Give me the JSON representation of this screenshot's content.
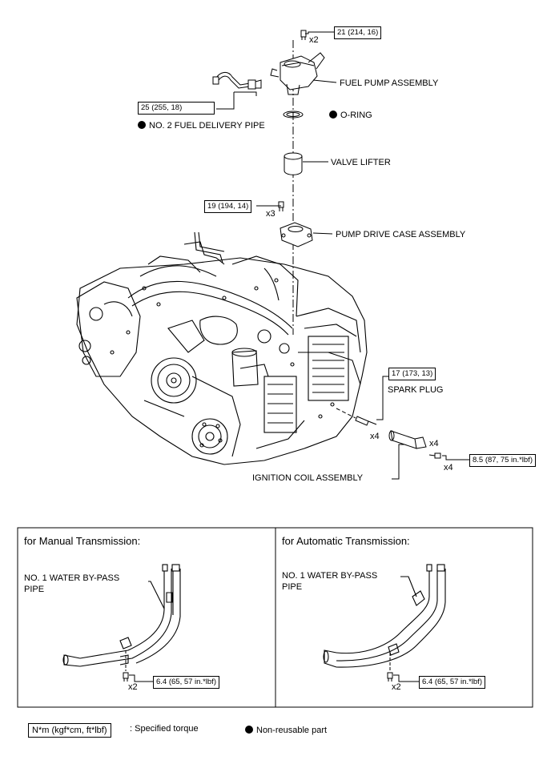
{
  "torques": {
    "fuel_pump": "21 (214, 16)",
    "fuel_delivery_pipe": "25 (255, 18)",
    "pump_drive_case": "19 (194, 14)",
    "spark_plug": "17 (173, 13)",
    "ignition_coil": "8.5 (87, 75 in.*lbf)",
    "bypass_pipe_mt": "6.4 (65, 57 in.*lbf)",
    "bypass_pipe_at": "6.4 (65, 57 in.*lbf)"
  },
  "quantities": {
    "fuel_pump_bolt": "x2",
    "pump_drive_case_bolt": "x3",
    "spark_plug": "x4",
    "ignition_coil": "x4",
    "ignition_coil_bolt": "x4",
    "bypass_bolt_mt": "x2",
    "bypass_bolt_at": "x2"
  },
  "parts": {
    "fuel_pump_assembly": "FUEL PUMP ASSEMBLY",
    "o_ring": "O-RING",
    "no2_fuel_delivery_pipe": "NO. 2 FUEL DELIVERY PIPE",
    "valve_lifter": "VALVE LIFTER",
    "pump_drive_case_assembly": "PUMP DRIVE CASE ASSEMBLY",
    "spark_plug": "SPARK PLUG",
    "ignition_coil_assembly": "IGNITION COIL ASSEMBLY"
  },
  "panels": {
    "manual": {
      "title": "for Manual Transmission:",
      "pipe": "NO. 1 WATER BY-PASS PIPE"
    },
    "automatic": {
      "title": "for Automatic Transmission:",
      "pipe": "NO. 1 WATER BY-PASS PIPE"
    }
  },
  "legend": {
    "torque_unit": "N*m (kgf*cm, ft*lbf)",
    "torque_text": ": Specified torque",
    "nonreusable_text": "Non-reusable part"
  }
}
